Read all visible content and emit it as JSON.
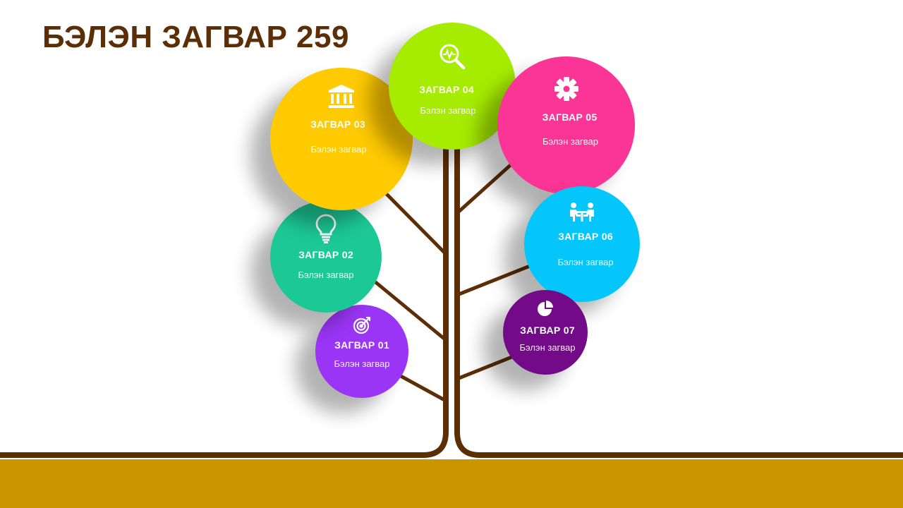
{
  "title": "БЭЛЭН ЗАГВАР 259",
  "colors": {
    "title": "#5c2e06",
    "trunk": "#5c2e06",
    "ground": "#c99600"
  },
  "items": [
    {
      "label": "ЗАГВАР 01",
      "sub": "Бэлэн загвар",
      "color": "#9b35f5",
      "icon": "target-icon"
    },
    {
      "label": "ЗАГВАР 02",
      "sub": "Бэлэн загвар",
      "color": "#1cc995",
      "icon": "lightbulb-icon"
    },
    {
      "label": "ЗАГВАР 03",
      "sub": "Бэлэн загвар",
      "color": "#ffca00",
      "icon": "bank-icon"
    },
    {
      "label": "ЗАГВАР 04",
      "sub": "Бэлэн загвар",
      "color": "#a6ec00",
      "icon": "magnifier-pulse-icon"
    },
    {
      "label": "ЗАГВАР 05",
      "sub": "Бэлэн загвар",
      "color": "#fb3595",
      "icon": "gear-icon"
    },
    {
      "label": "ЗАГВАР 06",
      "sub": "Бэлэн загвар",
      "color": "#05c6fb",
      "icon": "meeting-icon"
    },
    {
      "label": "ЗАГВАР 07",
      "sub": "Бэлэн загвар",
      "color": "#730a88",
      "icon": "pie-chart-icon"
    }
  ]
}
